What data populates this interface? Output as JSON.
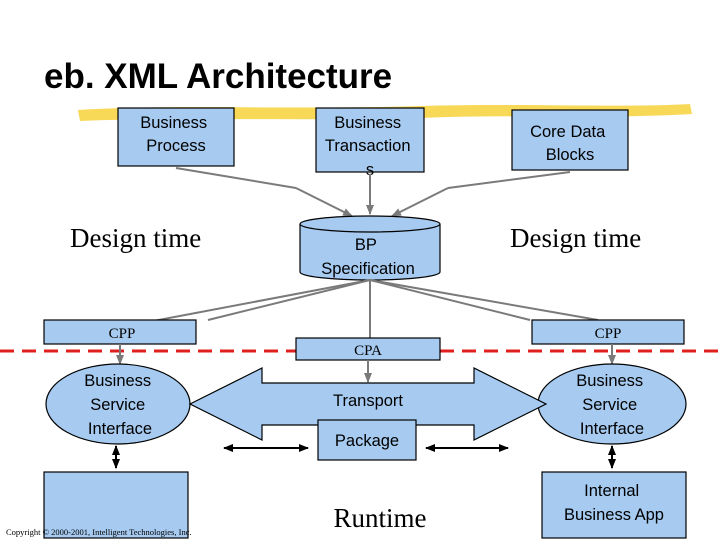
{
  "title": "eb. XML Architecture",
  "colors": {
    "box_fill": "#a6caf0",
    "highlighter": "#f7d23a",
    "divider": "#e0201e",
    "arrow": "#808080"
  },
  "boxes": {
    "business_process": [
      "Business",
      "Process"
    ],
    "business_transactions": [
      "Business",
      "Transaction",
      "s"
    ],
    "core_data_blocks": [
      "Core Data",
      "Blocks"
    ],
    "bp_specification": [
      "BP",
      "Specification"
    ],
    "cpp_left": "CPP",
    "cpa": "CPA",
    "cpp_right": "CPP",
    "bsi_left": [
      "Business",
      "Service",
      "Interface"
    ],
    "bsi_right": [
      "Business",
      "Service",
      "Interface"
    ],
    "transport": "Transport",
    "package": "Package",
    "internal_app": [
      "Internal",
      "Business App"
    ]
  },
  "labels": {
    "design_time_left": "Design time",
    "design_time_right": "Design time",
    "runtime": "Runtime",
    "copyright": "Copyright © 2000-2001, Intelligent Technologies, Inc."
  }
}
